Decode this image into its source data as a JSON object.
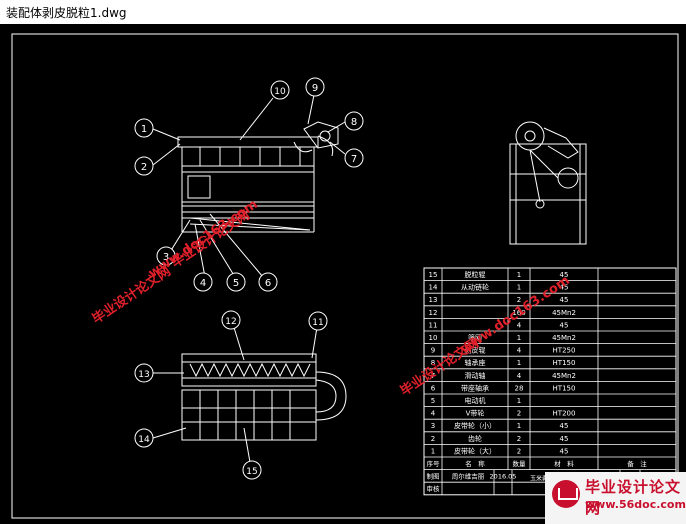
{
  "window": {
    "title": "装配体剥皮脱粒1.dwg"
  },
  "colors": {
    "background": "#000000",
    "line": "#ffffff",
    "watermark": "#e0202a",
    "logo": "#c8102e"
  },
  "balloons": [
    "1",
    "2",
    "3",
    "4",
    "5",
    "6",
    "7",
    "8",
    "9",
    "10",
    "11",
    "12",
    "13",
    "14",
    "15"
  ],
  "parts_table": {
    "rows": [
      {
        "no": "15",
        "name": "脱粒辊",
        "qty": "1",
        "material": "45"
      },
      {
        "no": "14",
        "name": "从动链轮",
        "qty": "1",
        "material": "45"
      },
      {
        "no": "13",
        "name": "",
        "qty": "2",
        "material": "45"
      },
      {
        "no": "12",
        "name": "",
        "qty": "160",
        "material": "45Mn2"
      },
      {
        "no": "11",
        "name": "",
        "qty": "4",
        "material": "45"
      },
      {
        "no": "10",
        "name": "筛网",
        "qty": "1",
        "material": "45Mn2"
      },
      {
        "no": "9",
        "name": "剥皮辊",
        "qty": "4",
        "material": "HT250"
      },
      {
        "no": "8",
        "name": "轴承座",
        "qty": "1",
        "material": "HT150"
      },
      {
        "no": "7",
        "name": "滑动轴",
        "qty": "4",
        "material": "45Mn2"
      },
      {
        "no": "6",
        "name": "带座轴承",
        "qty": "28",
        "material": "HT150"
      },
      {
        "no": "5",
        "name": "电动机",
        "qty": "1",
        "material": ""
      },
      {
        "no": "4",
        "name": "V带轮",
        "qty": "2",
        "material": "HT200"
      },
      {
        "no": "3",
        "name": "皮带轮（小）",
        "qty": "1",
        "material": "45"
      },
      {
        "no": "2",
        "name": "齿轮",
        "qty": "2",
        "material": "45"
      },
      {
        "no": "1",
        "name": "皮带轮（大）",
        "qty": "2",
        "material": "45"
      }
    ],
    "header": {
      "no": "序号",
      "name": "名　称",
      "qty": "数量",
      "material": "材　料",
      "remark": "备　注"
    },
    "title_block": {
      "drawn_label": "制图",
      "drawn_by": "周尔维吉丽",
      "date": "2016.05",
      "project": "玉米剥皮脱粒机设计装配图",
      "scale_label": "比例",
      "scale": "1:1",
      "check_label": "审核"
    }
  },
  "watermarks": [
    "毕业设计论文网",
    "www.doc163.com"
  ],
  "logo": {
    "name": "毕业设计论文网",
    "url": "www.56doc.com"
  }
}
